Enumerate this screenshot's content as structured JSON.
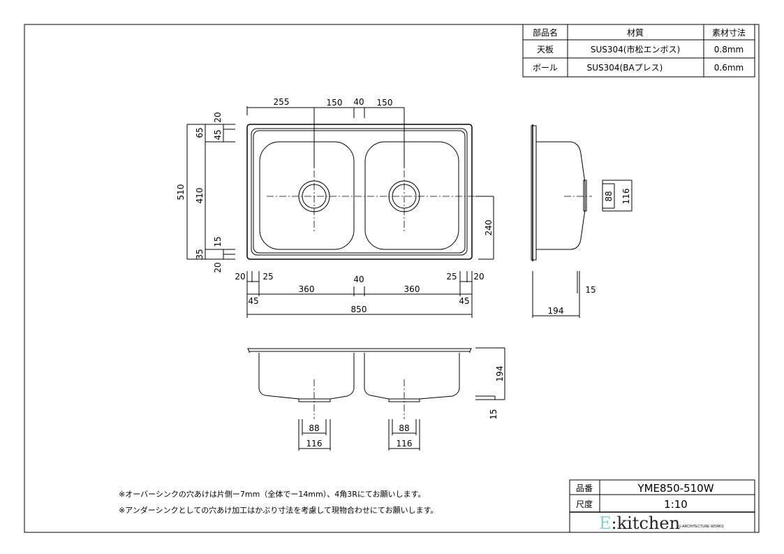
{
  "parts_table": {
    "headers": [
      "部品名",
      "材質",
      "素材寸法"
    ],
    "rows": [
      [
        "天板",
        "SUS304(市松エンボス)",
        "0.8mm"
      ],
      [
        "ボール",
        "SUS304(BAプレス)",
        "0.6mm"
      ]
    ]
  },
  "top_view_dims": {
    "top": [
      "255",
      "150",
      "40",
      "150"
    ],
    "left_total": "510",
    "left_parts": [
      "65",
      "410",
      "35"
    ],
    "left_inner_top": [
      "20",
      "45"
    ],
    "left_inner_bottom": [
      "15",
      "20"
    ],
    "right": "240",
    "bottom_row1": [
      "20",
      "25",
      "40",
      "25",
      "20"
    ],
    "bottom_row2": [
      "360",
      "360"
    ],
    "bottom_row2_sub": [
      "45",
      "45"
    ],
    "total_width": "850"
  },
  "side_view_dims": {
    "drain_inner": "88",
    "drain_outer": "116",
    "depth": "194",
    "flange": "15"
  },
  "front_view_dims": {
    "depth": "194",
    "flange": "15",
    "drains": [
      {
        "inner": "88",
        "outer": "116"
      },
      {
        "inner": "88",
        "outer": "116"
      }
    ]
  },
  "notes": [
    "※オーバーシンクの穴あけは片側ー7mm（全体でー14mm）、4角3Rにてお願いします。",
    "※アンダーシンクとしての穴あけ加工はかぶり寸法を考慮して現物合わせにてお願いします。"
  ],
  "title_block": {
    "model_label": "品番",
    "model_value": "YME850-510W",
    "scale_label": "尺度",
    "scale_value": "1:10",
    "logo_e": "E",
    "logo_rest": ":kitchen",
    "logo_sub": "U-ARCHITECTURE WORKS",
    "logo_color": "#8fd0d0"
  }
}
